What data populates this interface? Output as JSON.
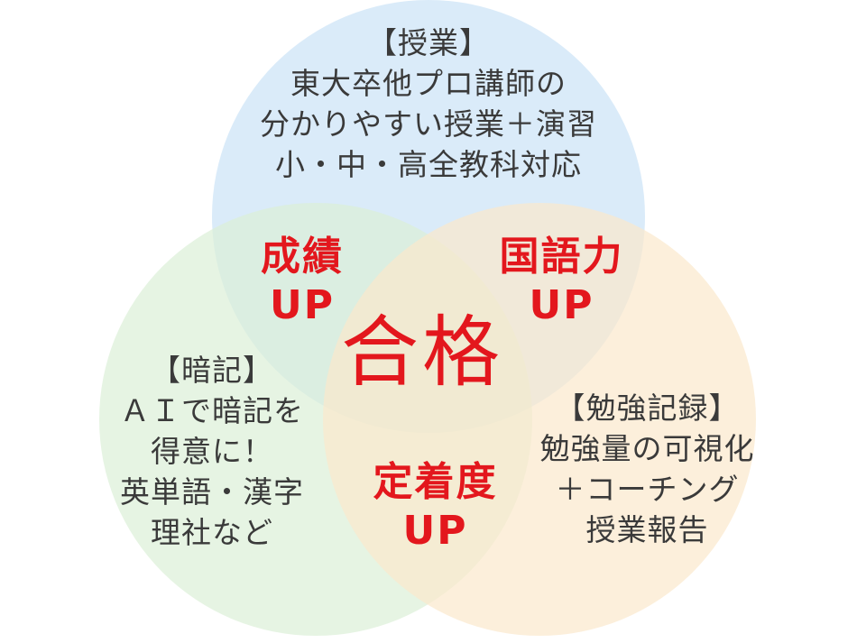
{
  "colors": {
    "top_circle": "#d3e8f8",
    "left_circle": "#dcefd7",
    "right_circle": "#fbe8cc",
    "body_text": "#3a3a3a",
    "highlight_text": "#e3171d"
  },
  "circles": {
    "top": {
      "title": "【授業】",
      "lines": [
        "東大卒他プロ講師の",
        "分かりやすい授業＋演習",
        "小・中・高全教科対応"
      ]
    },
    "left": {
      "title": "【暗記】",
      "lines": [
        "ＡＩで暗記を",
        "得意に！",
        "英単語・漢字",
        "理社など"
      ]
    },
    "right": {
      "title": "【勉強記録】",
      "lines": [
        "勉強量の可視化",
        "＋コーチング",
        "授業報告"
      ]
    }
  },
  "overlaps": {
    "top_left": [
      "成績",
      "UP"
    ],
    "top_right": [
      "国語力",
      "UP"
    ],
    "left_right": [
      "定着度",
      "UP"
    ],
    "center": "合格"
  }
}
